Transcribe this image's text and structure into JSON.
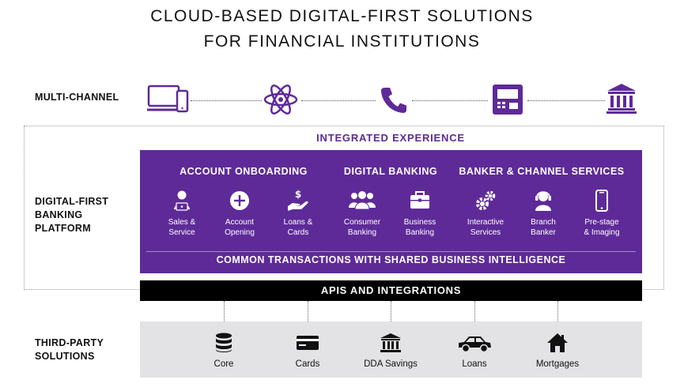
{
  "title": {
    "line1": "CLOUD-BASED DIGITAL-FIRST SOLUTIONS",
    "line2": "FOR FINANCIAL INSTITUTIONS"
  },
  "left_labels": {
    "multi_channel": "MULTI-CHANNEL",
    "platform": "DIGITAL-FIRST\nBANKING\nPLATFORM",
    "third_party": "THIRD-PARTY\nSOLUTIONS"
  },
  "multi_channel_icons": [
    "laptop-phone-icon",
    "atom-icon",
    "phone-icon",
    "atm-icon",
    "bank-icon"
  ],
  "integrated_experience": "INTEGRATED EXPERIENCE",
  "groups": {
    "onboarding": "ACCOUNT ONBOARDING",
    "digital": "DIGITAL BANKING",
    "banker": "BANKER & CHANNEL SERVICES"
  },
  "platform_items": [
    {
      "label": "Sales &\nService",
      "icon": "person-laptop-icon"
    },
    {
      "label": "Account\nOpening",
      "icon": "plus-circle-icon"
    },
    {
      "label": "Loans &\nCards",
      "icon": "hand-dollar-icon"
    },
    {
      "label": "Consumer\nBanking",
      "icon": "people-group-icon"
    },
    {
      "label": "Business\nBanking",
      "icon": "briefcase-icon"
    },
    {
      "label": "Interactive\nServices",
      "icon": "gears-icon"
    },
    {
      "label": "Branch\nBanker",
      "icon": "headset-icon"
    },
    {
      "label": "Pre-stage\n& Imaging",
      "icon": "smartphone-icon"
    }
  ],
  "common_transactions": "COMMON TRANSACTIONS WITH SHARED BUSINESS INTELLIGENCE",
  "apis": "APIS AND INTEGRATIONS",
  "third_party_items": [
    {
      "label": "Core",
      "icon": "database-icon"
    },
    {
      "label": "Cards",
      "icon": "credit-card-icon"
    },
    {
      "label": "DDA Savings",
      "icon": "bank-icon"
    },
    {
      "label": "Loans",
      "icon": "car-icon"
    },
    {
      "label": "Mortgages",
      "icon": "house-icon"
    }
  ],
  "colors": {
    "purple": "#5e2a98",
    "purple_text": "#5b2a96",
    "black": "#000000",
    "gray": "#e3e3e5"
  }
}
